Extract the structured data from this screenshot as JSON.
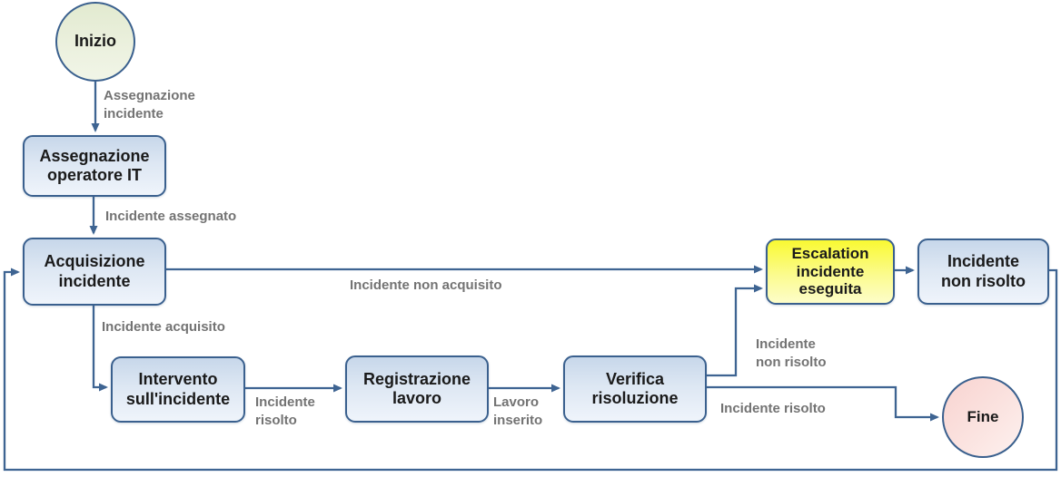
{
  "diagram": {
    "type": "flowchart",
    "language": "it",
    "nodes": {
      "start": {
        "label": "Inizio",
        "shape": "circle",
        "role": "start"
      },
      "assegnazione": {
        "label": "Assegnazione\noperatore IT",
        "shape": "rounded-box"
      },
      "acquisizione": {
        "label": "Acquisizione\nincidente",
        "shape": "rounded-box"
      },
      "intervento": {
        "label": "Intervento\nsull'incidente",
        "shape": "rounded-box"
      },
      "registrazione": {
        "label": "Registrazione\nlavoro",
        "shape": "rounded-box"
      },
      "verifica": {
        "label": "Verifica\nrisoluzione",
        "shape": "rounded-box"
      },
      "escalation": {
        "label": "Escalation\nincidente\neseguita",
        "shape": "rounded-box",
        "highlight": "yellow"
      },
      "non_risolto": {
        "label": "Incidente\nnon risolto",
        "shape": "rounded-box"
      },
      "end": {
        "label": "Fine",
        "shape": "circle",
        "role": "end"
      }
    },
    "edge_labels": {
      "assegnazione_incidente": "Assegnazione\nincidente",
      "incidente_assegnato": "Incidente assegnato",
      "incidente_non_acquisito": "Incidente non acquisito",
      "incidente_acquisito": "Incidente acquisito",
      "incidente_risolto_1": "Incidente\nrisolto",
      "lavoro_inserito": "Lavoro\ninserito",
      "incidente_non_risolto": "Incidente\nnon risolto",
      "incidente_risolto_2": "Incidente risolto"
    },
    "edges": [
      {
        "from": "start",
        "to": "assegnazione",
        "label_key": "assegnazione_incidente"
      },
      {
        "from": "assegnazione",
        "to": "acquisizione",
        "label_key": "incidente_assegnato"
      },
      {
        "from": "acquisizione",
        "to": "escalation",
        "label_key": "incidente_non_acquisito"
      },
      {
        "from": "acquisizione",
        "to": "intervento",
        "label_key": "incidente_acquisito"
      },
      {
        "from": "intervento",
        "to": "registrazione",
        "label_key": "incidente_risolto_1"
      },
      {
        "from": "registrazione",
        "to": "verifica",
        "label_key": "lavoro_inserito"
      },
      {
        "from": "verifica",
        "to": "escalation",
        "label_key": "incidente_non_risolto"
      },
      {
        "from": "verifica",
        "to": "end",
        "label_key": "incidente_risolto_2"
      },
      {
        "from": "escalation",
        "to": "non_risolto",
        "label_key": ""
      },
      {
        "from": "non_risolto",
        "to": "acquisizione",
        "label_key": ""
      }
    ],
    "colors": {
      "connector": "#3e6492",
      "box_border": "#3a608e",
      "box_fill_top": "#c7d7ea",
      "box_fill_bottom": "#eff4fb",
      "escalation_fill_top": "#f9f932",
      "escalation_fill_bottom": "#fdfdc9",
      "start_fill": "#e8eed7",
      "end_fill": "#f8d5d2",
      "edge_label_text": "#737373",
      "node_text": "#1a1a1a"
    }
  }
}
